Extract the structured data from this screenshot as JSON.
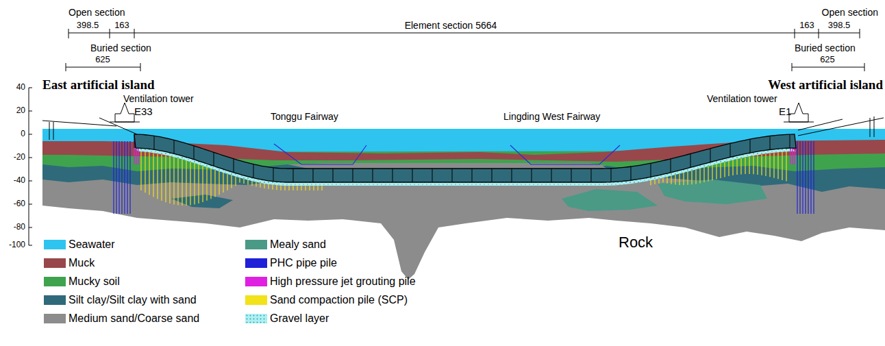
{
  "diagram": {
    "labels": [
      "Open section",
      "398.5",
      "163",
      "Element section 5664",
      "163",
      "398.5",
      "Open section",
      "Buried section",
      "625",
      "Buried section",
      "625",
      "East artificial island",
      "West artificial island",
      "Ventilation tower",
      "E33",
      "Ventilation tower",
      "E1",
      "Tonggu  Fairway",
      "Lingding West Fairway",
      "Rock",
      "40",
      "20",
      "0",
      "-20",
      "-40",
      "-60",
      "-80",
      "-100"
    ],
    "legend": [
      {
        "text": "Seawater",
        "color": "#2ec4ef"
      },
      {
        "text": "Muck",
        "color": "#98484a"
      },
      {
        "text": "Mucky soil",
        "color": "#3fa34e"
      },
      {
        "text": "Silt clay/Silt clay with sand",
        "color": "#2f6a7a"
      },
      {
        "text": "Medium sand/Coarse sand",
        "color": "#8c8c8c"
      },
      {
        "text": "Mealy sand",
        "color": "#4a9a86"
      },
      {
        "text": "PHC pipe pile",
        "color": "#2020d8"
      },
      {
        "text": "High pressure jet grouting pile",
        "color": "#e020e0"
      },
      {
        "text": "Sand compaction pile (SCP)",
        "color": "#f2e21a"
      },
      {
        "text": "Gravel layer"
      }
    ]
  }
}
